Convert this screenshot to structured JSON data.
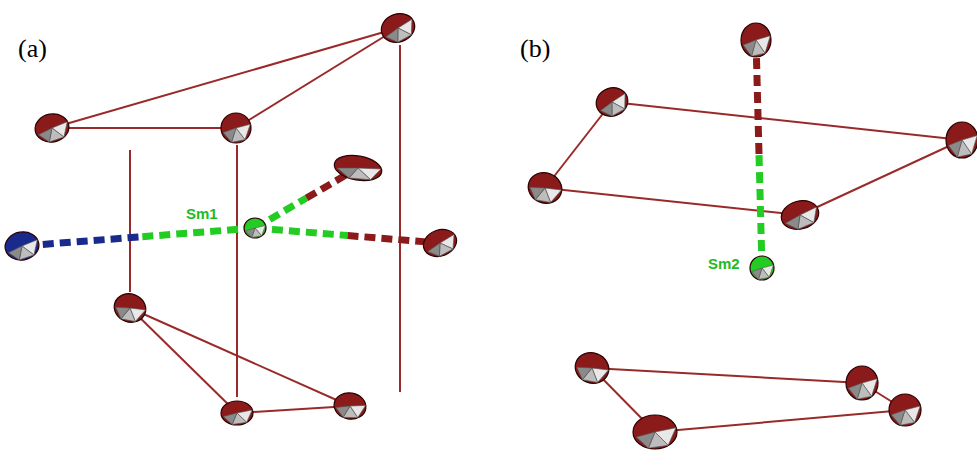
{
  "diagram": {
    "labels": [
      "(a)",
      "Sm1",
      "(b)",
      "Sm2"
    ]
  }
}
